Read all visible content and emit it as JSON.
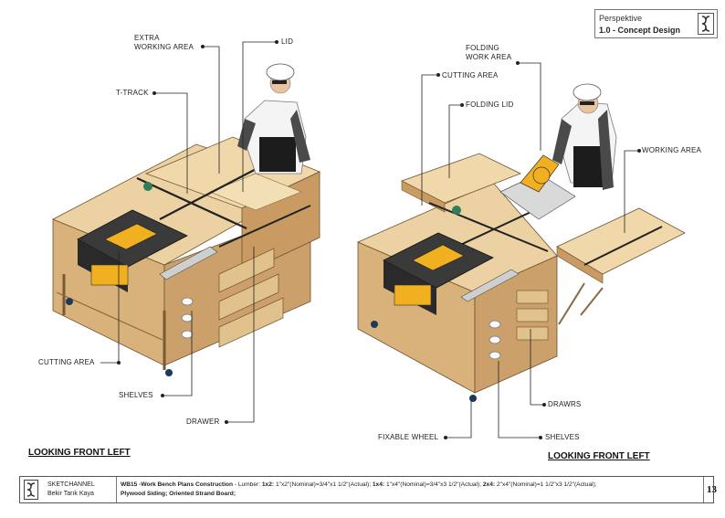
{
  "header": {
    "category": "Perspektive",
    "title": "1.0 - Concept Design"
  },
  "left_view": {
    "labels": {
      "extra_working_area_1": "EXTRA",
      "extra_working_area_2": "WORKING AREA",
      "lid": "LID",
      "t_track": "T-TRACK",
      "cutting_area": "CUTTING AREA",
      "shelves": "SHELVES",
      "drawer": "DRAWER"
    },
    "caption": "LOOKING FRONT LEFT"
  },
  "right_view": {
    "labels": {
      "folding_work_area_1": "FOLDING",
      "folding_work_area_2": "WORK AREA",
      "cutting_area": "CUTTING AREA",
      "folding_lid": "FOLDING LID",
      "working_area": "WORKING AREA",
      "drawrs": "DRAWRS",
      "fixable_wheel": "FIXABLE WHEEL",
      "shelves": "SHELVES"
    },
    "caption": "LOOKING FRONT LEFT"
  },
  "footer": {
    "brand_line1": "SKETCHANNEL",
    "brand_line2": "Bekir Tarık Kaya",
    "desc_title": "WB15 -Work Bench Plans Construction",
    "desc_lumber": "- Lumber:",
    "desc_1x2_key": "1x2:",
    "desc_1x2_val": "1\"x2\"(Nominal)=3/4\"x1 1/2\"(Actual);",
    "desc_1x4_key": "1x4:",
    "desc_1x4_val": "1\"x4\"(Nominal)=3/4\"x3 1/2\"(Actual);",
    "desc_2x4_key": "2x4:",
    "desc_2x4_val": "2\"x4\"(Nominal)=1 1/2\"x3 1/2\"(Actual);",
    "desc_line2": "Plywood Siding; Oriented Strand Board;",
    "page_number": "13"
  },
  "colors": {
    "wood_top": "#ecd2a2",
    "wood_side": "#d2ac74",
    "wood_dark": "#b98b55",
    "saw_yellow": "#f0b020",
    "saw_dark": "#2a2a2a",
    "shirt": "#f5f5f5",
    "helmet": "#ffffff"
  }
}
